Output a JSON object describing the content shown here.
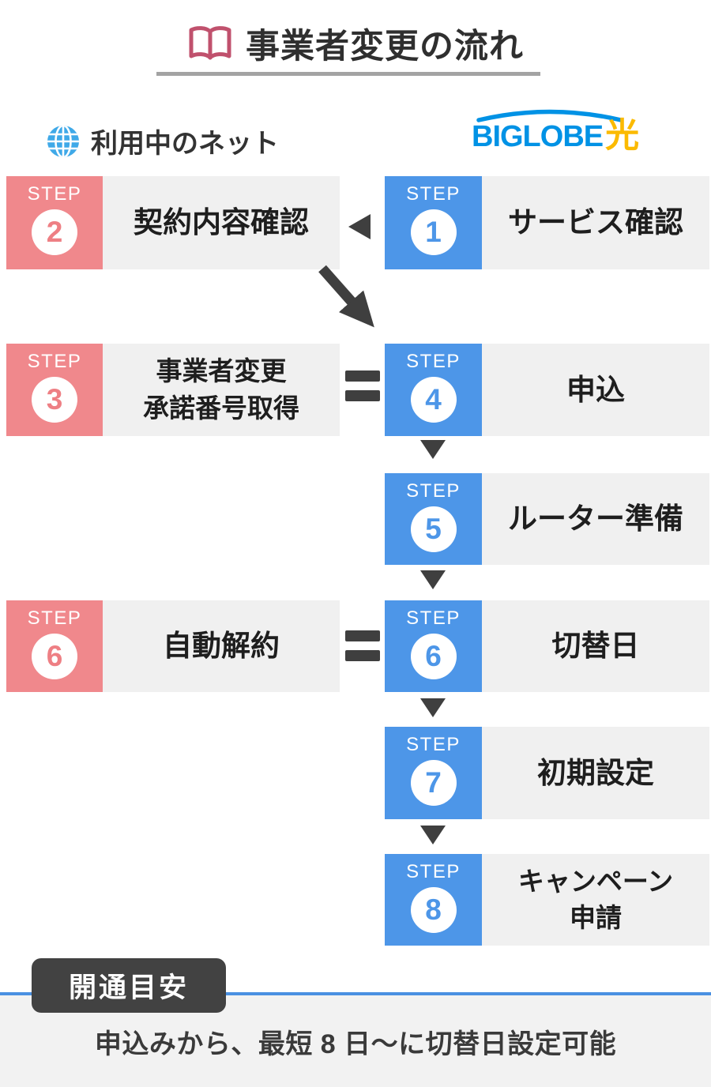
{
  "title": {
    "text": "事業者変更の流れ"
  },
  "headers": {
    "left": {
      "label": "利用中のネット"
    },
    "right": {
      "brand": "BIGLOBE",
      "suffix": "光"
    }
  },
  "steps": {
    "step_word": "STEP",
    "left": [
      {
        "number": "2",
        "label": "契約内容確認"
      },
      {
        "number": "3",
        "label": "事業者変更\n承諾番号取得"
      },
      {
        "number": "6",
        "label": "自動解約"
      }
    ],
    "right": [
      {
        "number": "1",
        "label": "サービス確認"
      },
      {
        "number": "4",
        "label": "申込"
      },
      {
        "number": "5",
        "label": "ルーター準備"
      },
      {
        "number": "6",
        "label": "切替日"
      },
      {
        "number": "7",
        "label": "初期設定"
      },
      {
        "number": "8",
        "label": "キャンペーン\n申請"
      }
    ]
  },
  "footer": {
    "badge": "開通目安",
    "note": "申込みから、最短 8 日〜に切替日設定可能"
  },
  "colors": {
    "pink_step": "#f0888c",
    "blue_step": "#4d96e8",
    "connector_dark": "#3f3f3f",
    "label_background": "#f0f0f0",
    "brand_blue": "#0092e5",
    "brand_yellow": "#fbba00",
    "book_icon": "#c0516d",
    "globe_icon": "#3fa9e8",
    "footer_line_blue": "#4a90e2",
    "footer_background": "#f2f2f2",
    "badge_background": "#424242"
  }
}
